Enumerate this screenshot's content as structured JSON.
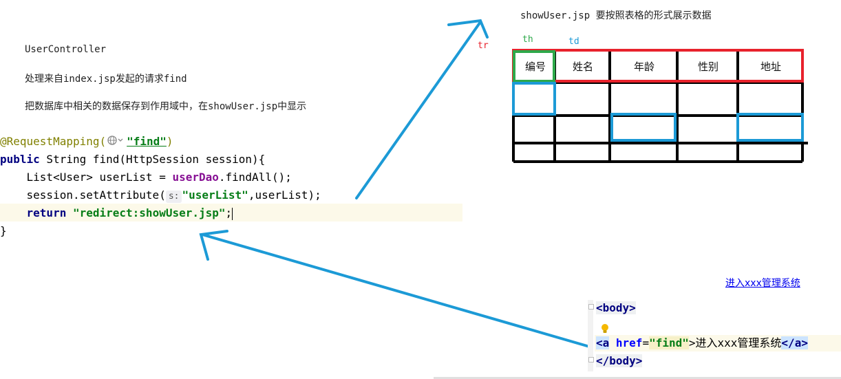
{
  "notes": {
    "controller": "UserController",
    "line1": "处理来自index.jsp发起的请求find",
    "line2": "把数据库中相关的数据保存到作用域中，在showUser.jsp中显示"
  },
  "code": {
    "annotation": "@RequestMapping(",
    "annotation_value": "\"find\"",
    "annotation_close": ")",
    "public": "public",
    "sig_rest": " String find(HttpSession session){",
    "list_line_a": "    List<User> userList = ",
    "list_field": "userDao",
    "list_line_b": ".findAll();",
    "set_a": "    session.setAttribute(",
    "set_hint": "s:",
    "set_str": "\"userList\"",
    "set_b": ",userList);",
    "return_kw": "return",
    "return_str": "\"redirect:showUser.jsp\"",
    "return_end": ";",
    "close": "}"
  },
  "table": {
    "title": "showUser.jsp 要按照表格的形式展示数据",
    "label_th": "th",
    "label_td": "td",
    "label_tr": "tr",
    "headers": [
      "编号",
      "姓名",
      "年龄",
      "性别",
      "地址"
    ],
    "colors": {
      "tr": "#e8222c",
      "th": "#2ea84a",
      "td": "#1c9ad6",
      "grid": "#000000"
    }
  },
  "html": {
    "link_text": "进入xxx管理系统",
    "body_open": "<body>",
    "a_open": "<a",
    "href_attr": "href",
    "href_eq": "=",
    "href_val": "\"find\"",
    "gt": ">",
    "a_text": "进入xxx管理系统",
    "a_close": "</a>",
    "body_close": "</body>"
  },
  "arrow_color": "#1c9ad6"
}
